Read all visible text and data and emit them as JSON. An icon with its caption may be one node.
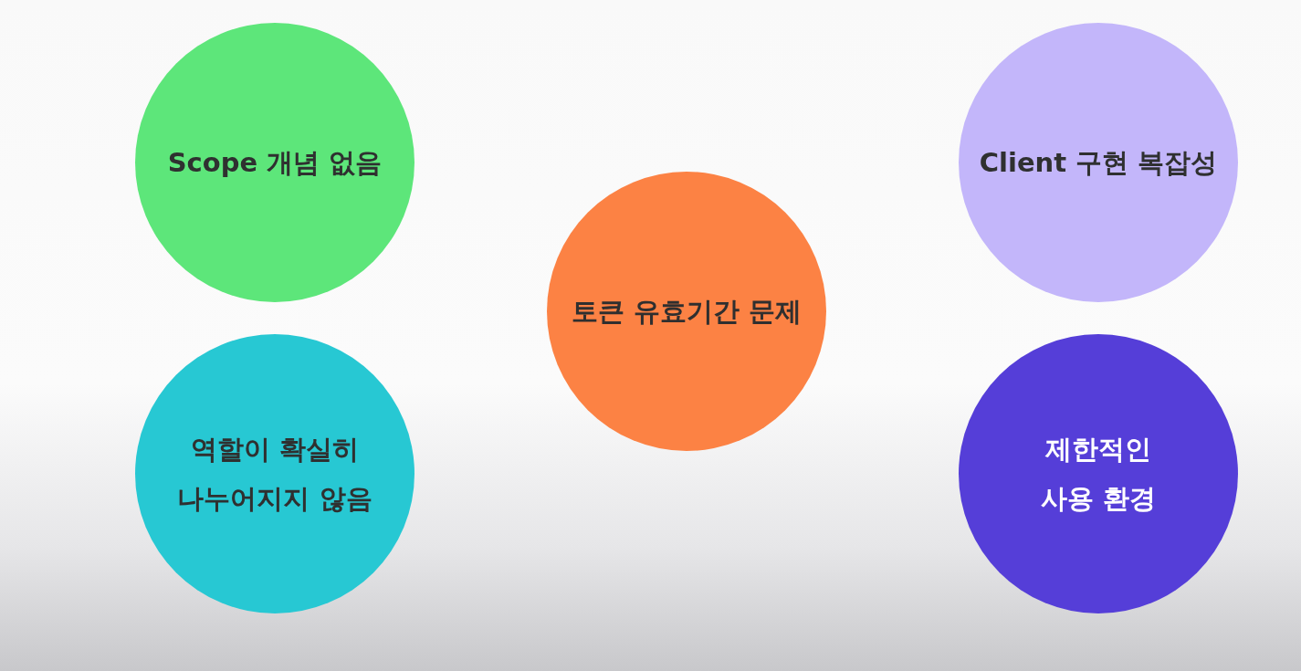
{
  "diagram": {
    "nodes": [
      {
        "text": [
          "Scope 개념 없음"
        ]
      },
      {
        "text": [
          "Client 구현 복잡성"
        ]
      },
      {
        "text": [
          "토큰 유효기간 문제"
        ]
      },
      {
        "text": [
          "역할이 확실히 나누어지지 않음"
        ]
      },
      {
        "text": [
          "제한적인 사용 환경"
        ]
      }
    ]
  }
}
